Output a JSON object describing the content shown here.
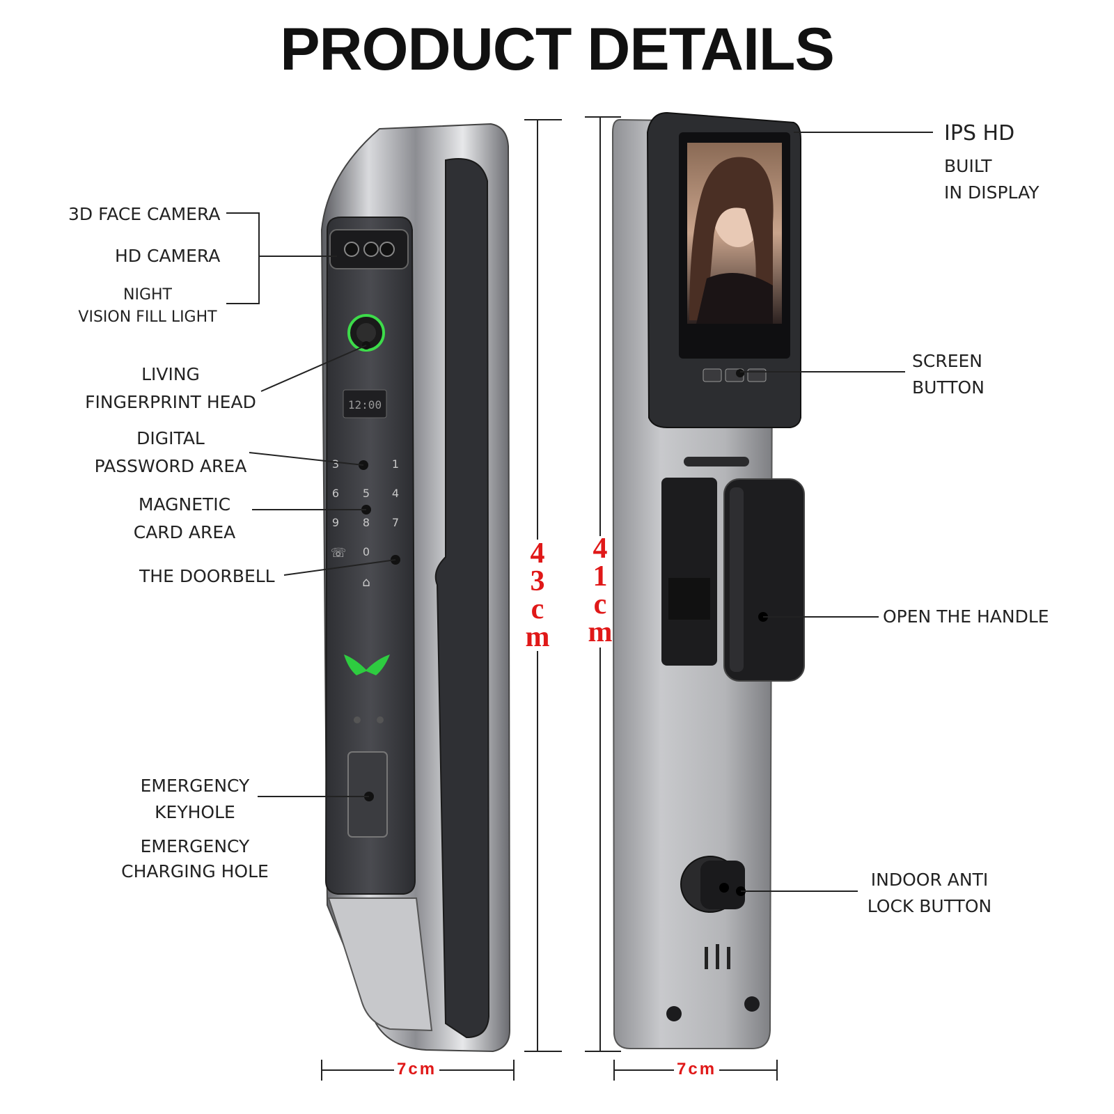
{
  "title": "PRODUCT DETAILS",
  "left_labels": {
    "face_camera": "3D FACE CAMERA",
    "hd_camera": "HD CAMERA",
    "night_1": "NIGHT",
    "night_2": "VISION FILL LIGHT",
    "fingerprint_1": "LIVING",
    "fingerprint_2": "FINGERPRINT HEAD",
    "password_1": "DIGITAL",
    "password_2": "PASSWORD AREA",
    "card_1": "MAGNETIC",
    "card_2": "CARD AREA",
    "doorbell": "THE DOORBELL",
    "keyhole_1": "EMERGENCY",
    "keyhole_2": "KEYHOLE",
    "charging_1": "EMERGENCY",
    "charging_2": "CHARGING HOLE"
  },
  "right_labels": {
    "ips_1": "IPS HD",
    "ips_2": "BUILT",
    "ips_3": "IN DISPLAY",
    "screen_1": "SCREEN",
    "screen_2": "BUTTON",
    "handle": "OPEN THE HANDLE",
    "anti_1": "INDOOR ANTI",
    "anti_2": "LOCK BUTTON"
  },
  "dimensions": {
    "front_height": [
      "4",
      "3",
      "c",
      "m"
    ],
    "back_height": [
      "4",
      "1",
      "c",
      "m"
    ],
    "front_width": "7cm",
    "back_width": "7cm"
  },
  "lock_display_time": "12:00",
  "keypad": [
    "3",
    "1",
    "6",
    "5",
    "4",
    "9",
    "8",
    "7",
    "0"
  ],
  "colors": {
    "accent_red": "#e01818",
    "fingerprint_ring": "#3ddc4a",
    "logo_green": "#2ecc40",
    "body_dark": "#3a3b3f",
    "body_silver": "#b9babd"
  }
}
